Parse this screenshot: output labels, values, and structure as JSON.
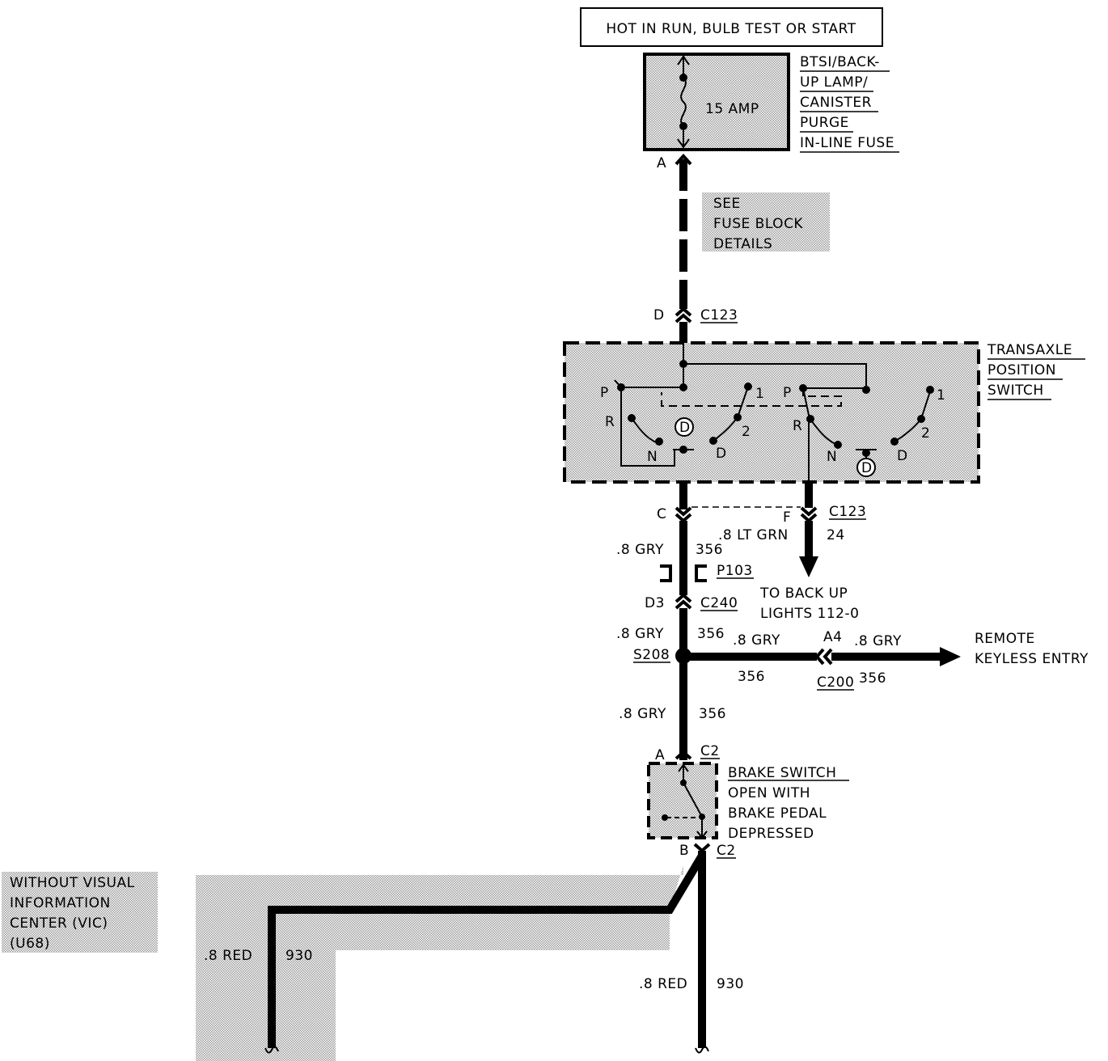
{
  "power_label": "HOT IN RUN, BULB TEST OR START",
  "fuse": {
    "rating": "15 AMP",
    "name_lines": [
      "BTSI/BACK-",
      "UP LAMP/",
      "CANISTER",
      "PURGE",
      "IN-LINE FUSE"
    ],
    "terminal": "A"
  },
  "fuse_block_note": [
    "SEE",
    "FUSE BLOCK",
    "DETAILS"
  ],
  "c123_top": {
    "terminal": "D",
    "connector": "C123"
  },
  "switch": {
    "name_lines": [
      "TRANSAXLE",
      "POSITION",
      "SWITCH"
    ],
    "left_positions": {
      "p": "P",
      "r": "R",
      "n": "N",
      "d": "D",
      "two": "2",
      "one": "1",
      "mark": "D"
    },
    "right_positions": {
      "p": "P",
      "r": "R",
      "n": "N",
      "d": "D",
      "two": "2",
      "one": "1",
      "mark": "D"
    }
  },
  "c123_bottom": {
    "terminal_c": "C",
    "terminal_f": "F",
    "connector": "C123"
  },
  "wire_356_a": {
    "size": ".8 GRY",
    "circuit": "356"
  },
  "wire_24": {
    "size": ".8 LT GRN",
    "circuit": "24"
  },
  "p103": "P103",
  "backup_note": [
    "TO BACK UP",
    "LIGHTS 112-0"
  ],
  "c240": {
    "terminal": "D3",
    "connector": "C240"
  },
  "wire_356_b": {
    "size": ".8 GRY",
    "circuit": "356"
  },
  "s208": "S208",
  "rke_branch": {
    "size_left": ".8 GRY",
    "circuit_left": "356",
    "terminal": "A4",
    "connector": "C200",
    "size_right": ".8 GRY",
    "circuit_right": "356",
    "dest_lines": [
      "REMOTE",
      "KEYLESS ENTRY"
    ]
  },
  "wire_356_c": {
    "size": ".8 GRY",
    "circuit": "356"
  },
  "brake_top": {
    "terminal": "A",
    "connector": "C2"
  },
  "brake_switch": {
    "name_lines": [
      "BRAKE SWITCH",
      "OPEN WITH",
      "BRAKE PEDAL",
      "DEPRESSED"
    ]
  },
  "brake_bottom": {
    "terminal": "B",
    "connector": "C2"
  },
  "option_note": [
    "WITHOUT VISUAL",
    "INFORMATION",
    "CENTER (VIC)",
    "(U68)"
  ],
  "wire_930_left": {
    "size": ".8 RED",
    "circuit": "930"
  },
  "wire_930_right": {
    "size": ".8 RED",
    "circuit": "930"
  }
}
